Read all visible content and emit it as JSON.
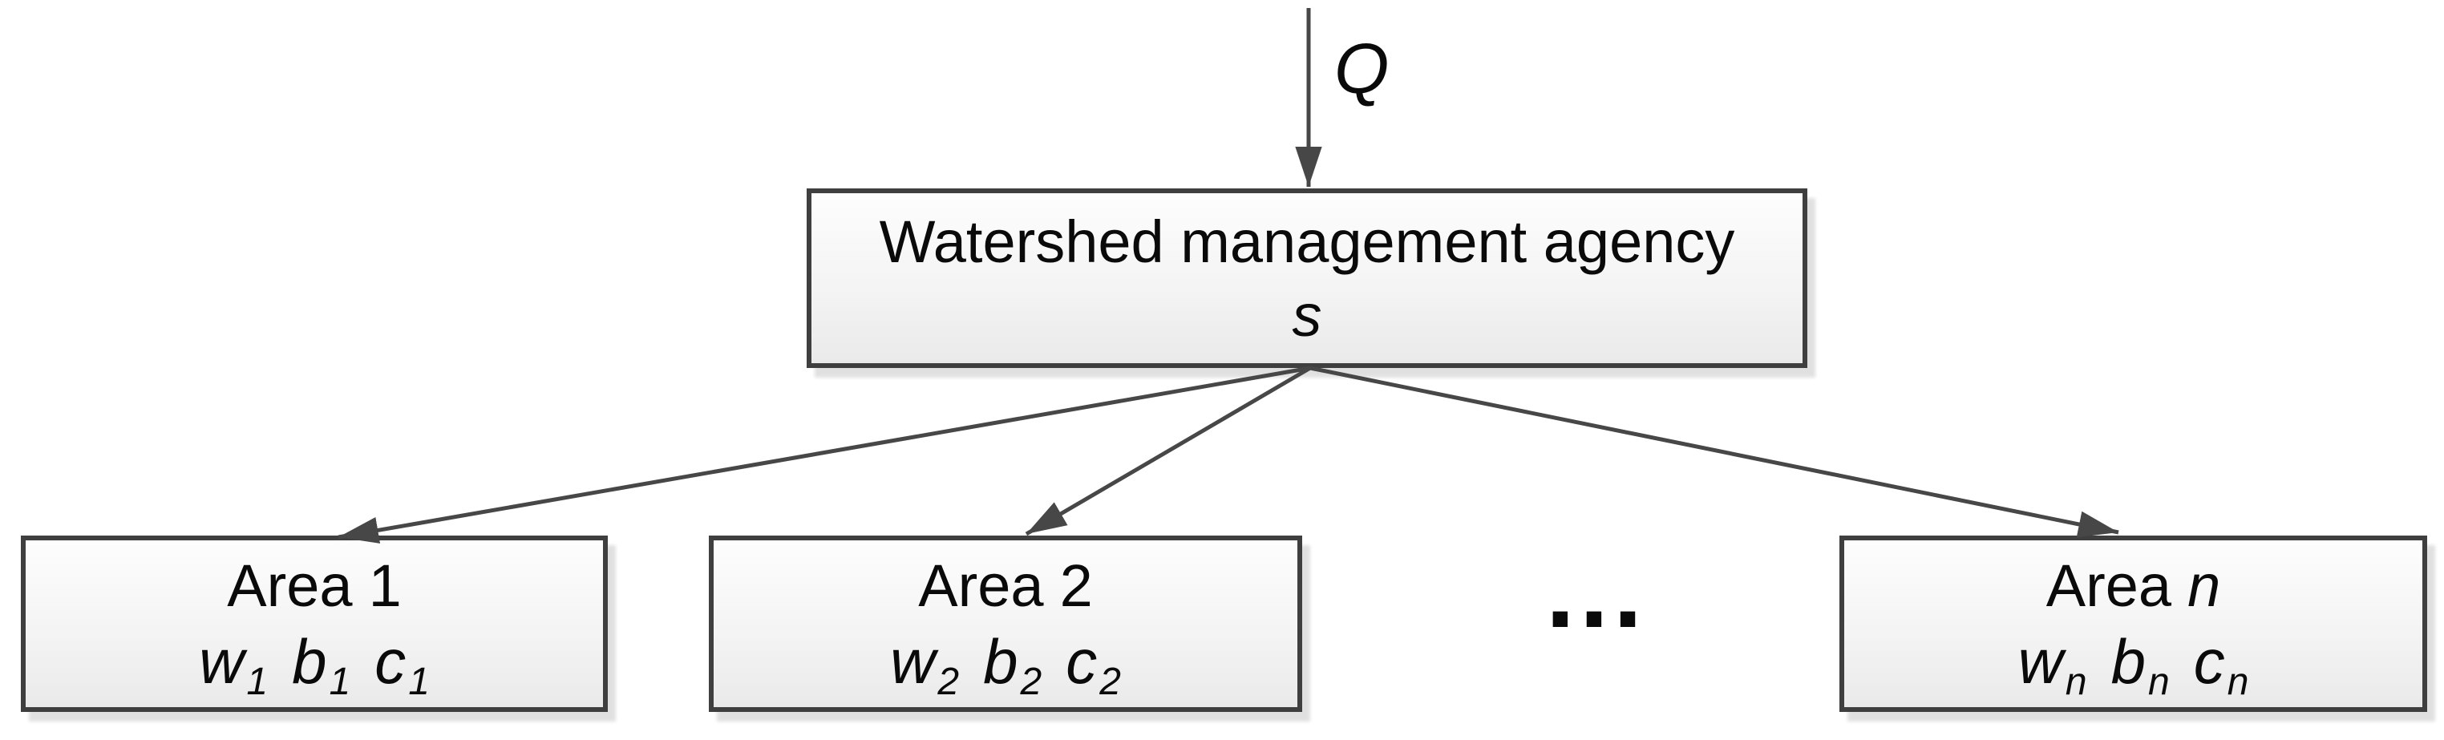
{
  "labels": {
    "inflow": "Q",
    "ellipsis": "..."
  },
  "agency": {
    "title": "Watershed management agency",
    "subtitle": "s"
  },
  "areas": [
    {
      "name": "Area",
      "index": "1",
      "vars": [
        {
          "base": "w",
          "sub": "1"
        },
        {
          "base": "b",
          "sub": "1"
        },
        {
          "base": "c",
          "sub": "1"
        }
      ]
    },
    {
      "name": "Area",
      "index": "2",
      "vars": [
        {
          "base": "w",
          "sub": "2"
        },
        {
          "base": "b",
          "sub": "2"
        },
        {
          "base": "c",
          "sub": "2"
        }
      ]
    },
    {
      "name": "Area",
      "index": "n",
      "vars": [
        {
          "base": "w",
          "sub": "n"
        },
        {
          "base": "b",
          "sub": "n"
        },
        {
          "base": "c",
          "sub": "n"
        }
      ]
    }
  ],
  "colors": {
    "border": "#3f3f3f",
    "arrow": "#474747",
    "fill-top": "#fdfdfd",
    "fill-bottom": "#eaeaea",
    "text": "#0a0a0a",
    "canvas-bg": "#ffffff"
  }
}
